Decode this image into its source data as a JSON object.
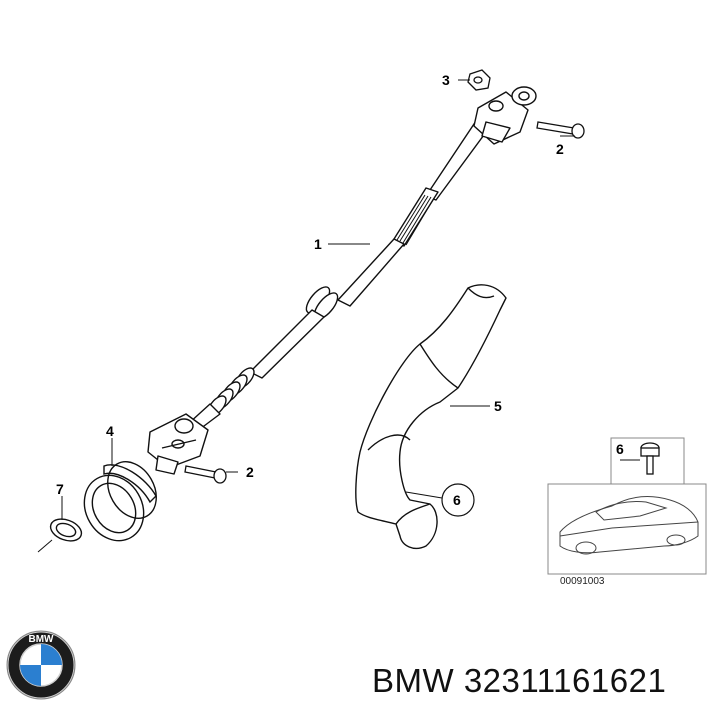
{
  "callouts": {
    "c1": "1",
    "c2a": "2",
    "c2b": "2",
    "c3": "3",
    "c4": "4",
    "c5": "5",
    "c6a": "6",
    "c6b": "6",
    "c7": "7"
  },
  "inset": {
    "code": "00091003"
  },
  "footer": {
    "brand_part": "BMW 32311161621",
    "logo_letters": "BMW",
    "logo_icon": "bmw-roundel-icon"
  }
}
